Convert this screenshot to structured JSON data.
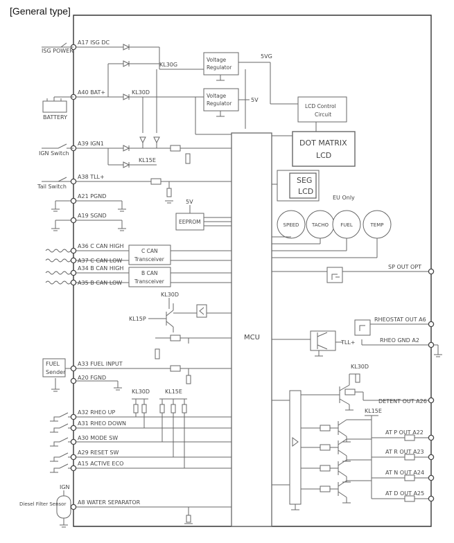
{
  "title": "[General type]",
  "pins_left": [
    {
      "id": "a17",
      "label": "A17 ISG DC",
      "source": "ISG POWER"
    },
    {
      "id": "a40",
      "label": "A40 BAT+",
      "source": "BATTERY"
    },
    {
      "id": "a39",
      "label": "A39 IGN1",
      "source": "IGN Switch"
    },
    {
      "id": "a38",
      "label": "A38 TLL+",
      "source": "Tail Switch"
    },
    {
      "id": "a21",
      "label": "A21 PGND",
      "source": ""
    },
    {
      "id": "a19",
      "label": "A19 SGND",
      "source": ""
    },
    {
      "id": "a36",
      "label": "A36 C CAN HIGH",
      "source": ""
    },
    {
      "id": "a37",
      "label": "A37 C CAN LOW",
      "source": ""
    },
    {
      "id": "a34",
      "label": "A34 B CAN HIGH",
      "source": ""
    },
    {
      "id": "a35",
      "label": "A35 B CAN LOW",
      "source": ""
    },
    {
      "id": "a33",
      "label": "A33 FUEL INPUT",
      "source": "FUEL Sender"
    },
    {
      "id": "a20",
      "label": "A20 FGND",
      "source": ""
    },
    {
      "id": "a32",
      "label": "A32 RHEO UP",
      "source": ""
    },
    {
      "id": "a31",
      "label": "A31 RHEO DOWN",
      "source": ""
    },
    {
      "id": "a30",
      "label": "A30 MODE SW",
      "source": ""
    },
    {
      "id": "a29",
      "label": "A29 RESET SW",
      "source": ""
    },
    {
      "id": "a15",
      "label": "A15 ACTIVE ECO",
      "source": ""
    },
    {
      "id": "a8",
      "label": "A8 WATER SEPARATOR",
      "source": "Diesel Filter Sensor"
    }
  ],
  "pins_right": [
    {
      "id": "sp",
      "label": "SP OUT OPT"
    },
    {
      "id": "a6",
      "label": "RHEOSTAT OUT A6"
    },
    {
      "id": "a2",
      "label": "RHEO GND A2"
    },
    {
      "id": "a26",
      "label": "DETENT OUT A26"
    },
    {
      "id": "a22",
      "label": "AT P OUT A22"
    },
    {
      "id": "a23",
      "label": "AT R OUT A23"
    },
    {
      "id": "a24",
      "label": "AT N OUT A24"
    },
    {
      "id": "a25",
      "label": "AT D OUT A25"
    }
  ],
  "blocks": {
    "vreg1": "Voltage Regulator",
    "vreg2": "Voltage Regulator",
    "lcdctrl": "LCD Control Circuit",
    "dotmatrix": "DOT MATRIX LCD",
    "seglcd": "SEG LCD",
    "eeprom": "EEPROM",
    "ccan": "C CAN Transceiver",
    "bcan": "B CAN Transceiver",
    "mcu": "MCU"
  },
  "gauges": [
    "SPEED",
    "TACHO",
    "FUEL",
    "TEMP"
  ],
  "net_labels": {
    "kl30g": "KL30G",
    "kl30d": "KL30D",
    "kl15e": "KL15E",
    "v5g": "5VG",
    "v5": "5V",
    "kl30d_b": "KL30D",
    "kl15p": "KL15P",
    "kl30d_c": "KL30D",
    "kl15e_b": "KL15E",
    "kl30d_d": "KL30D",
    "kl15e_c": "KL15E",
    "tll": "TLL+",
    "ign": "IGN",
    "eeprom_5v": "5V"
  },
  "notes": {
    "eu_only": "EU Only"
  }
}
